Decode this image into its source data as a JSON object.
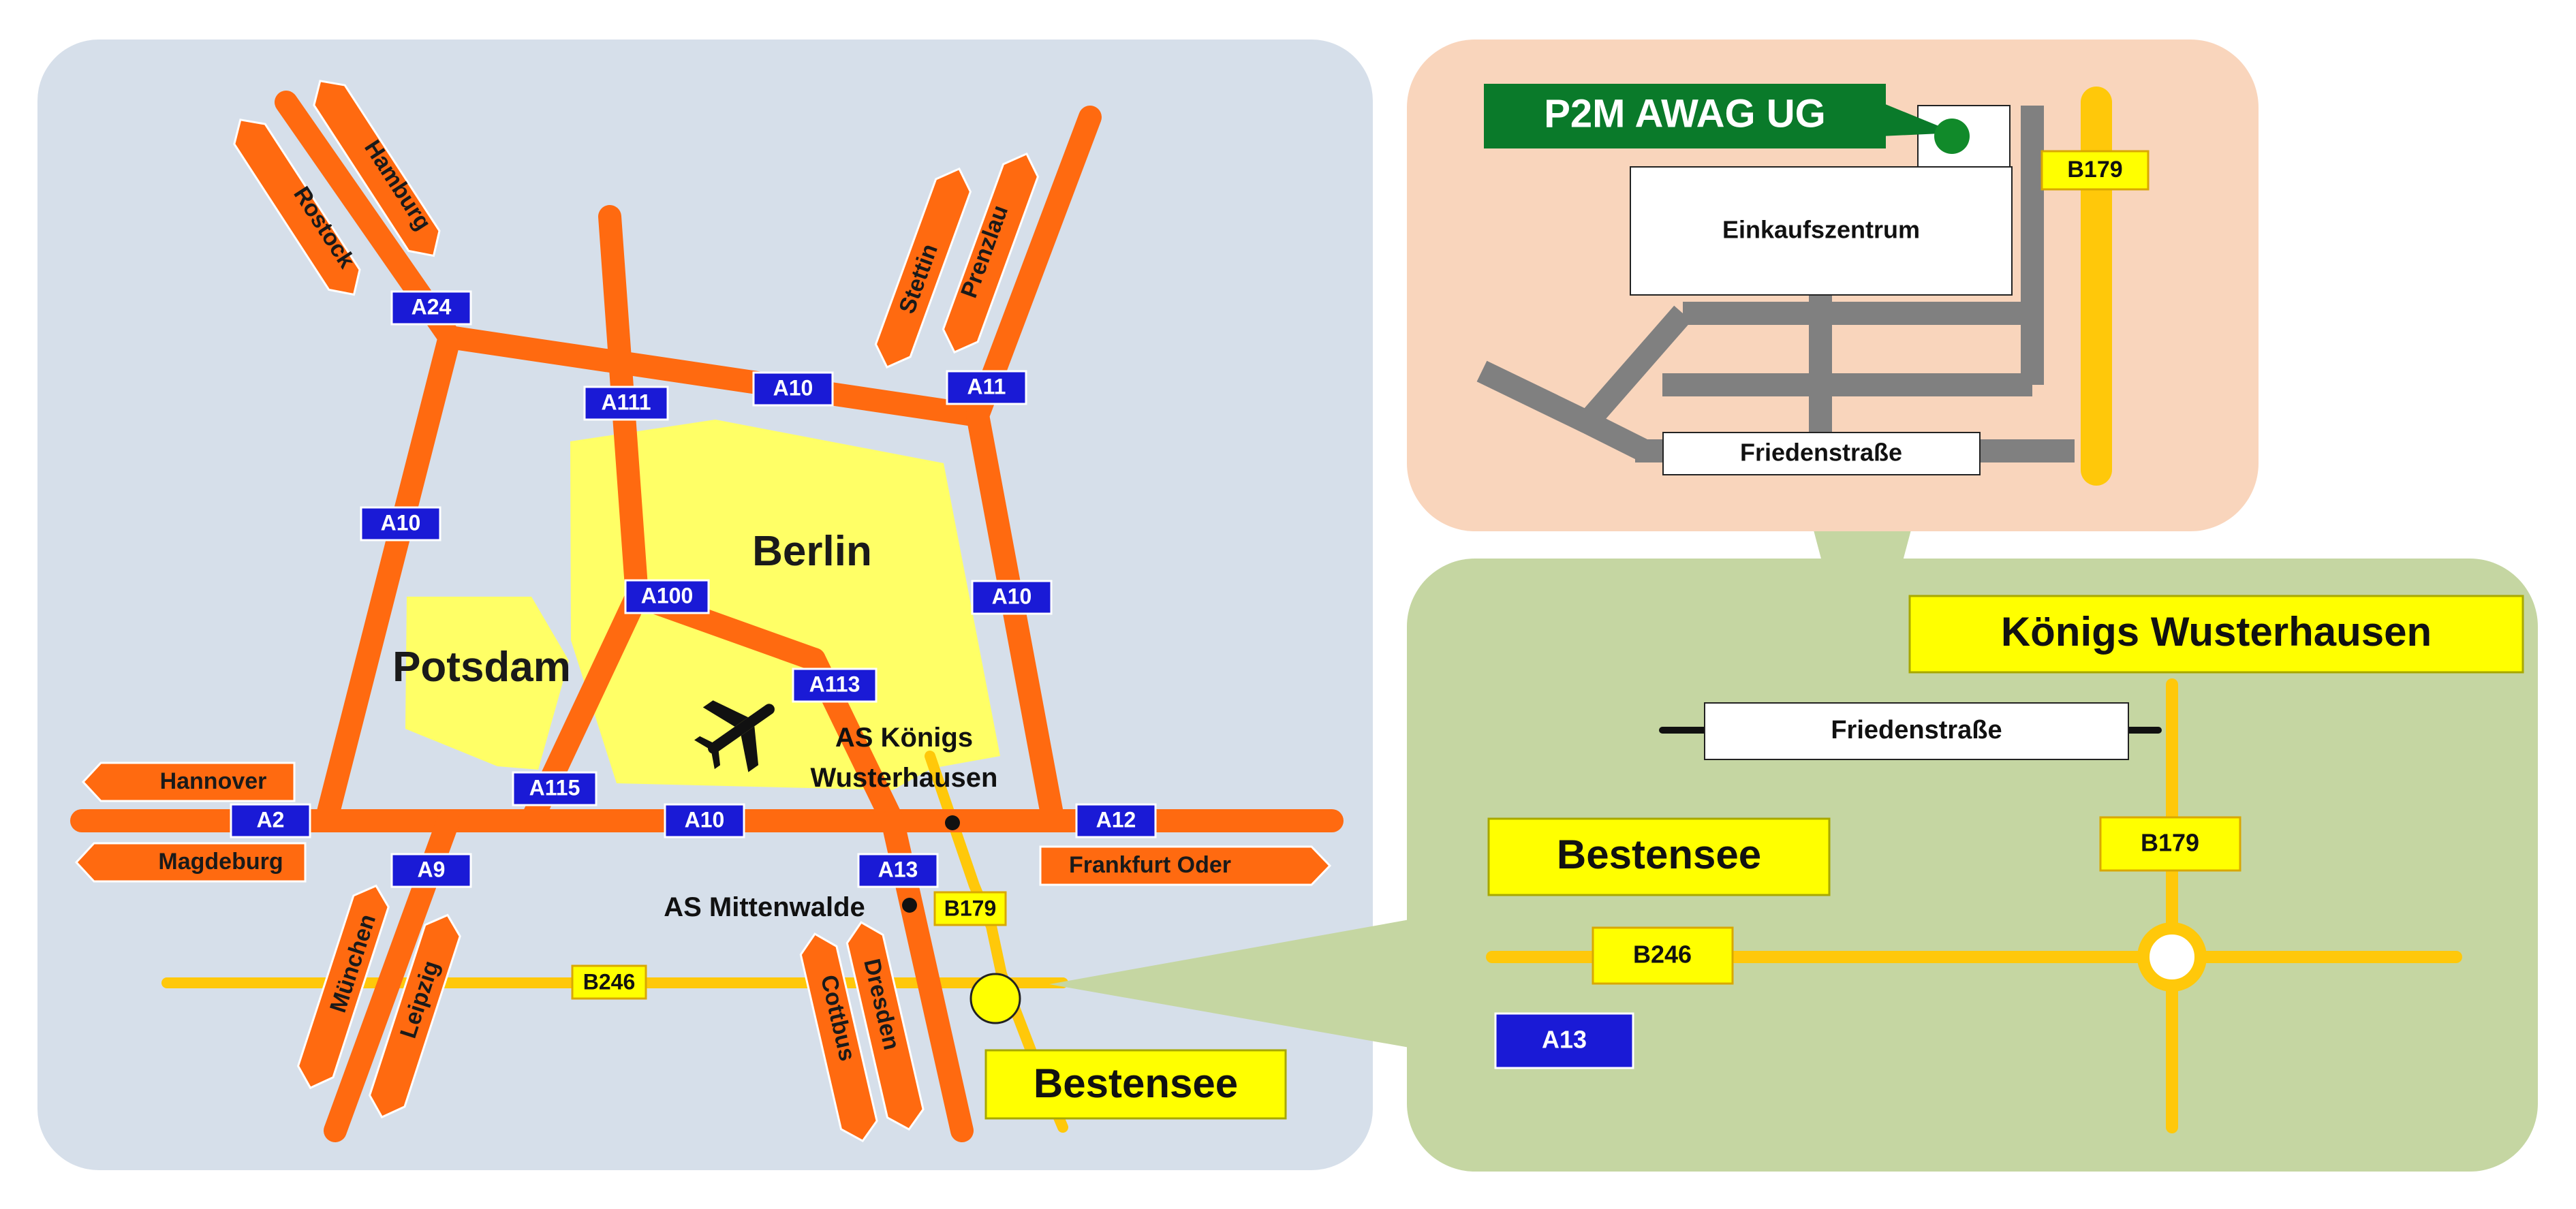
{
  "colors": {
    "main_panel": "#d6dfea",
    "detail_panel": "#f9d5bc",
    "local_panel": "#c5d6a2",
    "city_area": "#ffff66",
    "motorway": "#ff6a10",
    "federal_road": "#ffc80a",
    "local_road": "#808080",
    "motorway_badge": "#1a1ad6",
    "yellow_label": "#ffff00",
    "company_banner": "#0a7a2a",
    "company_dot": "#118a2a"
  },
  "overview": {
    "cities": {
      "berlin": "Berlin",
      "potsdam": "Potsdam",
      "bestensee": "Bestensee"
    },
    "motorways": [
      "A24",
      "A10",
      "A111",
      "A11",
      "A100",
      "A113",
      "A115",
      "A2",
      "A9",
      "A13",
      "A12"
    ],
    "federal_roads": [
      "B179",
      "B246"
    ],
    "junctions": {
      "kw_line1": "AS Königs",
      "kw_line2": "Wusterhausen",
      "mittenwalde": "AS Mittenwalde"
    },
    "destinations": [
      "Rostock",
      "Hamburg",
      "Stettin",
      "Prenzlau",
      "Hannover",
      "Magdeburg",
      "Frankfurt Oder",
      "München",
      "Leipzig",
      "Cottbus",
      "Dresden"
    ],
    "airport_icon": "airplane-icon"
  },
  "detail": {
    "company": "P2M AWAG UG",
    "mall": "Einkaufszentrum",
    "street": "Friedenstraße",
    "road": "B179"
  },
  "local": {
    "town_main": "Königs Wusterhausen",
    "town_other": "Bestensee",
    "street": "Friedenstraße",
    "roads": [
      "B179",
      "B246",
      "A13"
    ]
  }
}
